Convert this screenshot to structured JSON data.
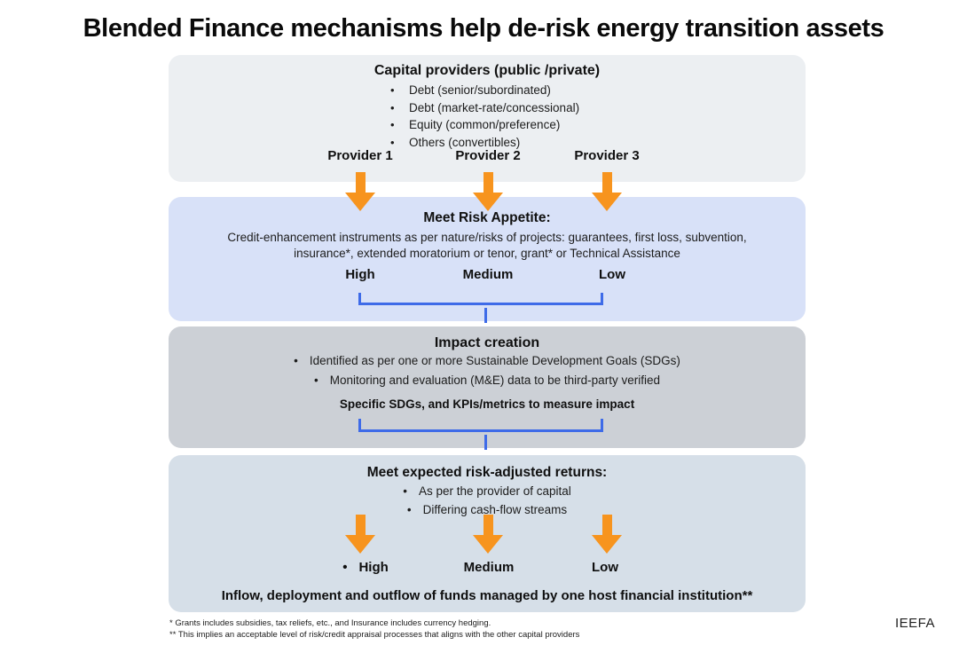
{
  "title": "Blended Finance mechanisms help de-risk energy transition assets",
  "colors": {
    "arrow_orange": "#F7941E",
    "connector_blue": "#3E6BE8",
    "capital_box_bg": "#ECEFF2",
    "risk_box_bg": "#D8E1F8",
    "impact_box_bg": "#CCD0D6",
    "returns_box_bg": "#D6DFE8"
  },
  "boxes": {
    "capital": {
      "heading": "Capital providers (public /private)",
      "bullets": [
        "Debt (senior/subordinated)",
        "Debt (market-rate/concessional)",
        "Equity (common/preference)",
        "Others (convertibles)"
      ],
      "providers": [
        "Provider 1",
        "Provider 2",
        "Provider 3"
      ]
    },
    "risk": {
      "heading": "Meet Risk Appetite:",
      "description": "Credit-enhancement instruments as per nature/risks of projects: guarantees, first loss, subvention, insurance*, extended moratorium or tenor, grant* or Technical Assistance",
      "levels": [
        "High",
        "Medium",
        "Low"
      ]
    },
    "impact": {
      "heading": "Impact creation",
      "bullets": [
        "Identified as per one or more Sustainable Development Goals (SDGs)",
        "Monitoring and evaluation (M&E) data to be third-party verified"
      ],
      "note": "Specific SDGs, and KPIs/metrics to measure impact"
    },
    "returns": {
      "heading": "Meet expected risk-adjusted returns:",
      "bullets": [
        "As per the provider of capital",
        "Differing cash-flow streams"
      ],
      "levels": [
        "High",
        "Medium",
        "Low"
      ],
      "footer": "Inflow, deployment and outflow of funds managed by one host financial institution**"
    }
  },
  "footnotes": [
    "* Grants includes subsidies, tax reliefs, etc., and Insurance includes currency hedging.",
    "** This implies an acceptable level of risk/credit appraisal processes that aligns with the other capital providers"
  ],
  "logo": "IEEFA"
}
